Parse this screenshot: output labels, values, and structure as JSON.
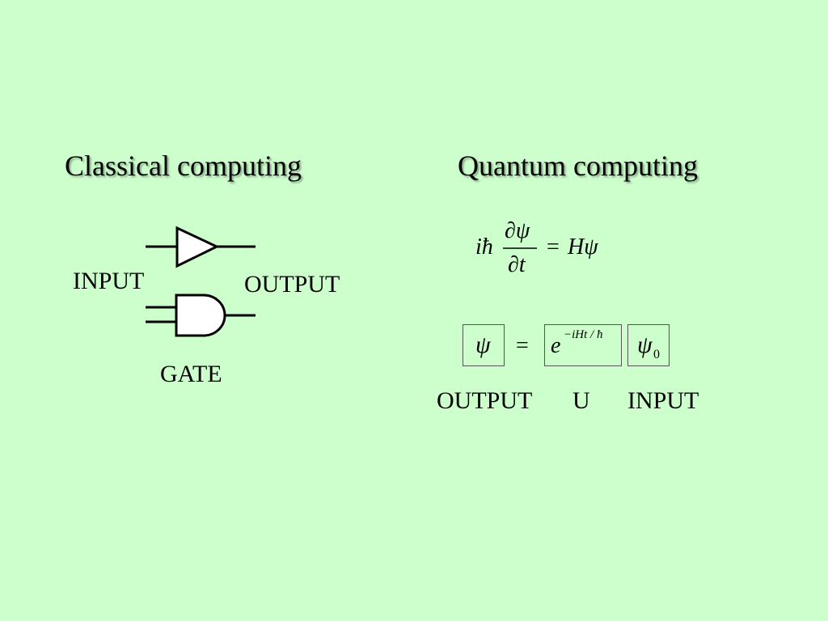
{
  "headings": {
    "classical": "Classical computing",
    "quantum": "Quantum computing"
  },
  "classical_labels": {
    "input": "INPUT",
    "output": "OUTPUT",
    "gate": "GATE"
  },
  "schrodinger": {
    "i_hbar": "iħ",
    "partial_psi": "∂ψ",
    "partial_t": "∂t",
    "equals": "=",
    "h_psi": "Hψ"
  },
  "evolution": {
    "psi": "ψ",
    "equals": "=",
    "exp_base": "e",
    "exp_power": "−iHt / ħ",
    "psi0": "ψ",
    "psi0_sub": "0"
  },
  "quantum_labels": {
    "output": "OUTPUT",
    "u": "U",
    "input": "INPUT"
  },
  "colors": {
    "background": "#ccffcc"
  },
  "icons": {
    "buffer_gate": "buffer-gate-icon",
    "and_gate": "and-gate-icon"
  }
}
